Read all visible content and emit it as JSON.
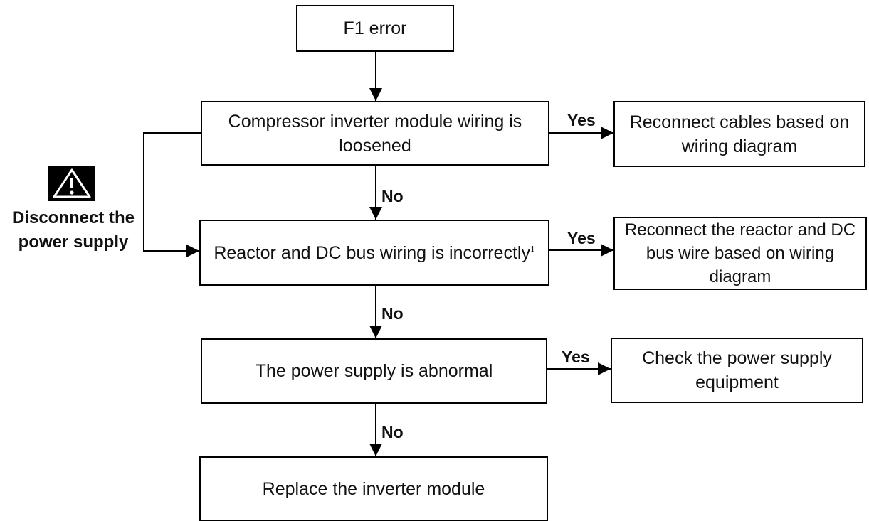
{
  "nodes": {
    "start": "F1 error",
    "q1": "Compressor inverter module wiring is loosened",
    "a1": "Reconnect cables based on wiring diagram",
    "q2": "Reactor and DC bus wiring is incorrectly",
    "q2_note": "1",
    "a2": "Reconnect the reactor and DC bus wire based on wiring diagram",
    "q3": "The power supply is abnormal",
    "a3": "Check the power supply equipment",
    "end": "Replace the inverter module"
  },
  "labels": {
    "yes": "Yes",
    "no": "No"
  },
  "warning": {
    "icon": "warning-icon",
    "text": "Disconnect the power supply"
  }
}
